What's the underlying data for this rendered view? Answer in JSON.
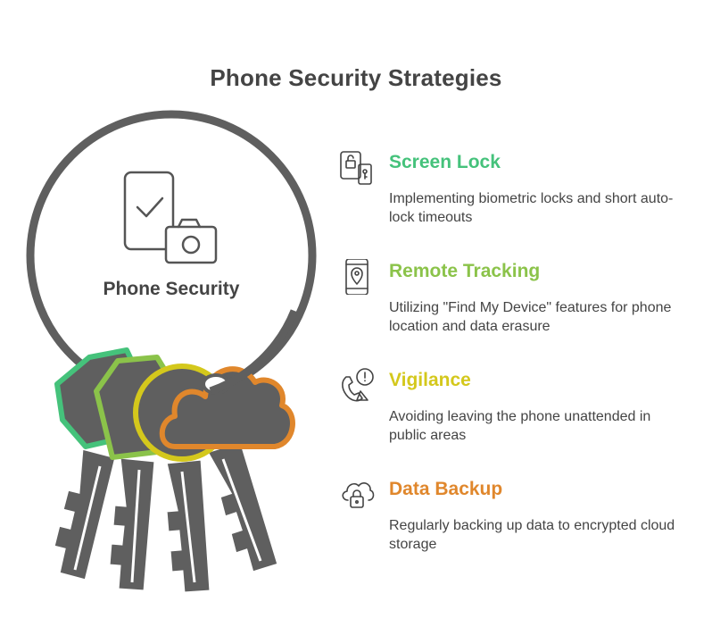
{
  "title": "Phone Security Strategies",
  "center": {
    "label": "Phone Security",
    "icon": "phone-check-camera-icon"
  },
  "colors": {
    "text": "#444444",
    "ring": "#5f5f5f",
    "key_body": "#5f5f5f",
    "green": "#45c27b",
    "lime": "#8bc34a",
    "yellow": "#d4c81c",
    "orange": "#e0872c"
  },
  "items": [
    {
      "heading": "Screen Lock",
      "description": "Implementing biometric locks and short auto-lock timeouts",
      "color": "#45c27b",
      "icon": "phone-lock-icon"
    },
    {
      "heading": "Remote Tracking",
      "description": "Utilizing \"Find My Device\" features for phone location and data erasure",
      "color": "#8bc34a",
      "icon": "phone-location-icon"
    },
    {
      "heading": "Vigilance",
      "description": "Avoiding leaving the phone unattended in public areas",
      "color": "#d4c81c",
      "icon": "phone-alert-icon"
    },
    {
      "heading": "Data Backup",
      "description": "Regularly backing up data to encrypted cloud storage",
      "color": "#e0872c",
      "icon": "cloud-lock-icon"
    }
  ]
}
